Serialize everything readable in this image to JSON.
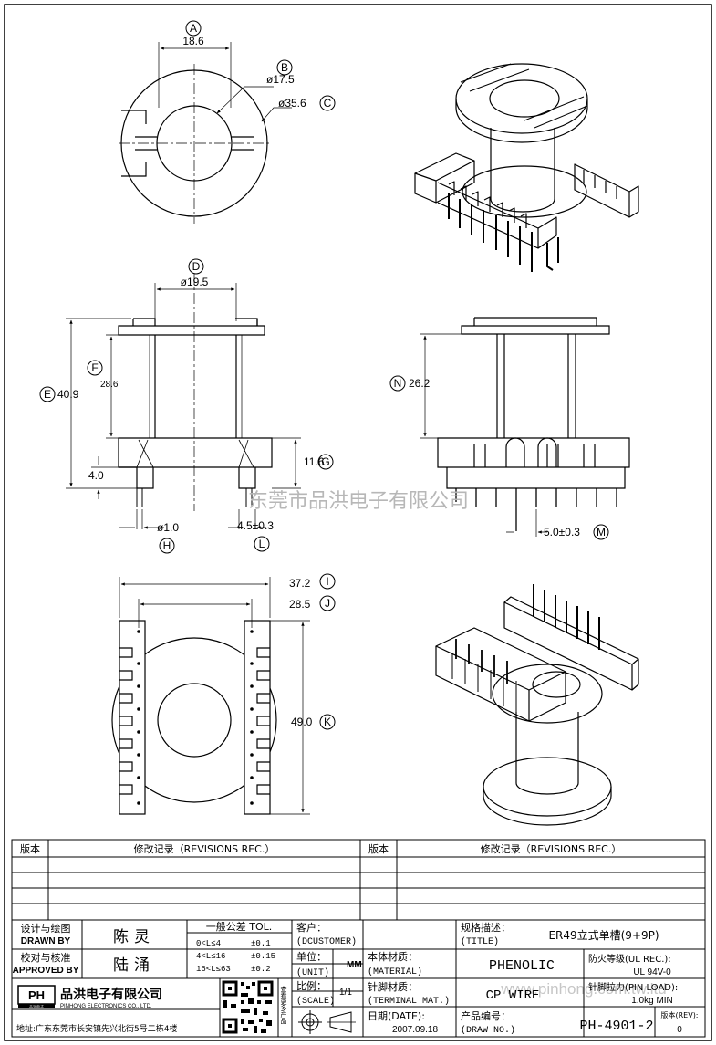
{
  "dimensions": {
    "A": {
      "tag": "A",
      "value": "18.6"
    },
    "B": {
      "tag": "B",
      "value": "ø17.5"
    },
    "C": {
      "tag": "C",
      "value": "ø35.6"
    },
    "D": {
      "tag": "D",
      "value": "ø19.5"
    },
    "E": {
      "tag": "E",
      "value": "40.9"
    },
    "F": {
      "tag": "F",
      "value": "28.6"
    },
    "G": {
      "tag": "G",
      "value": "11.6"
    },
    "H": {
      "tag": "H",
      "value": "ø1.0"
    },
    "L": {
      "tag": "L",
      "value": "4.5±0.3"
    },
    "N": {
      "tag": "N",
      "value": "26.2"
    },
    "M": {
      "tag": "M",
      "value": "5.0±0.3"
    },
    "I": {
      "tag": "I",
      "value": "37.2"
    },
    "J": {
      "tag": "J",
      "value": "28.5"
    },
    "K": {
      "tag": "K",
      "value": "49.0"
    },
    "base_height": "4.0"
  },
  "watermark": "东莞市品洪电子有限公司",
  "watermark_url": "www.pinhong.com.tw.ltd",
  "revisions": {
    "col_version": "版本",
    "col_record": "修改记录（REVISIONS REC.）",
    "col_version_2": "版本",
    "col_record_2": "修改记录（REVISIONS REC.）"
  },
  "title_block": {
    "design_cn": "设计与绘图",
    "design_en": "DRAWN BY",
    "designer": "陈灵",
    "approve_cn": "校对与核准",
    "approve_en": "APPROVED BY",
    "approver": "陆涌",
    "tol_title": "一般公差 TOL.",
    "tol_rows": [
      {
        "range": "0<L≤4",
        "value": "±0.1"
      },
      {
        "range": "4<L≤16",
        "value": "±0.15"
      },
      {
        "range": "16<L≤63",
        "value": "±0.2"
      }
    ],
    "customer_label": "客户：",
    "customer_en": "(DCUSTOMER)",
    "unit_label": "单位：",
    "unit_en": "(UNIT)",
    "unit_value": "MM",
    "scale_label": "比例：",
    "scale_en": "(SCALE)",
    "scale_value": "1/1",
    "spec_label": "规格描述：",
    "spec_en": "(TITLE)",
    "spec_value": "ER49立式单槽(9+9P)",
    "material_label": "本体材质：",
    "material_en": "(MATERIAL)",
    "material_value": "PHENOLIC",
    "flame_label": "防火等级(UL REC.):",
    "flame_value": "UL 94V-0",
    "pin_mat_label": "针脚材质：",
    "pin_mat_en": "(TERMINAL MAT.)",
    "pin_mat_value": "CP WIRE",
    "pin_load_label": "针脚拉力(PIN LOAD):",
    "pin_load_value": "1.0kg MIN",
    "date_label": "日期(DATE):",
    "date_value": "2007.09.18",
    "draw_no_label": "产品编号：",
    "draw_no_en": "(DRAW NO.)",
    "draw_no_value": "PH-4901-2",
    "rev_label": "版本(REV):",
    "rev_value": "0",
    "company_cn": "品洪电子有限公司",
    "company_en": "PINHONG ELECTRONICS CO., LTD.",
    "logo_text": "PH",
    "logo_sub": "品洪电子",
    "address": "地址:广东东莞市长安镇先兴北街5号二栋4楼",
    "qr_side_text": "查看更多产品"
  }
}
